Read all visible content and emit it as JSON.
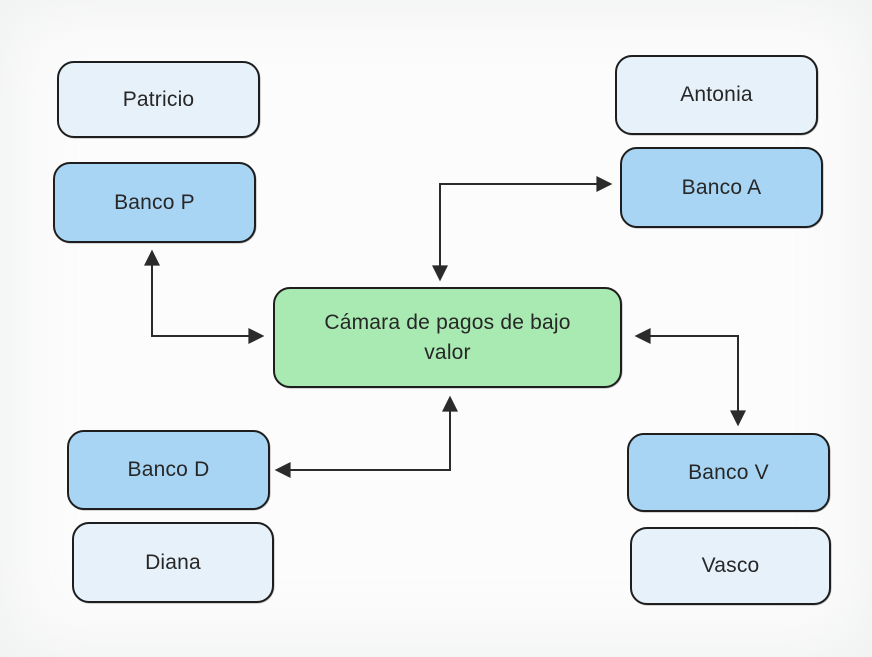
{
  "colors": {
    "background": "#fcfcfc",
    "person_fill": "#e6f1fa",
    "bank_fill": "#a8d5f4",
    "center_fill": "#a8eab1",
    "node_border": "#1e1e1e",
    "arrow_color": "#2b2b2b",
    "text_color": "#272727"
  },
  "center_node": {
    "id": "camara",
    "label": "Cámara de pagos de bajo valor"
  },
  "nodes": {
    "patricio": {
      "label": "Patricio",
      "type": "person"
    },
    "banco_p": {
      "label": "Banco P",
      "type": "bank"
    },
    "antonia": {
      "label": "Antonia",
      "type": "person"
    },
    "banco_a": {
      "label": "Banco A",
      "type": "bank"
    },
    "banco_d": {
      "label": "Banco D",
      "type": "bank"
    },
    "diana": {
      "label": "Diana",
      "type": "person"
    },
    "banco_v": {
      "label": "Banco V",
      "type": "bank"
    },
    "vasco": {
      "label": "Vasco",
      "type": "person"
    }
  },
  "connections": [
    {
      "between": [
        "banco_p",
        "camara"
      ],
      "bidirectional": true,
      "shape": "elbow"
    },
    {
      "between": [
        "camara",
        "banco_a"
      ],
      "bidirectional": true,
      "shape": "elbow"
    },
    {
      "between": [
        "camara",
        "banco_v"
      ],
      "bidirectional": true,
      "shape": "elbow"
    },
    {
      "between": [
        "camara",
        "banco_d"
      ],
      "bidirectional": true,
      "shape": "elbow"
    }
  ]
}
